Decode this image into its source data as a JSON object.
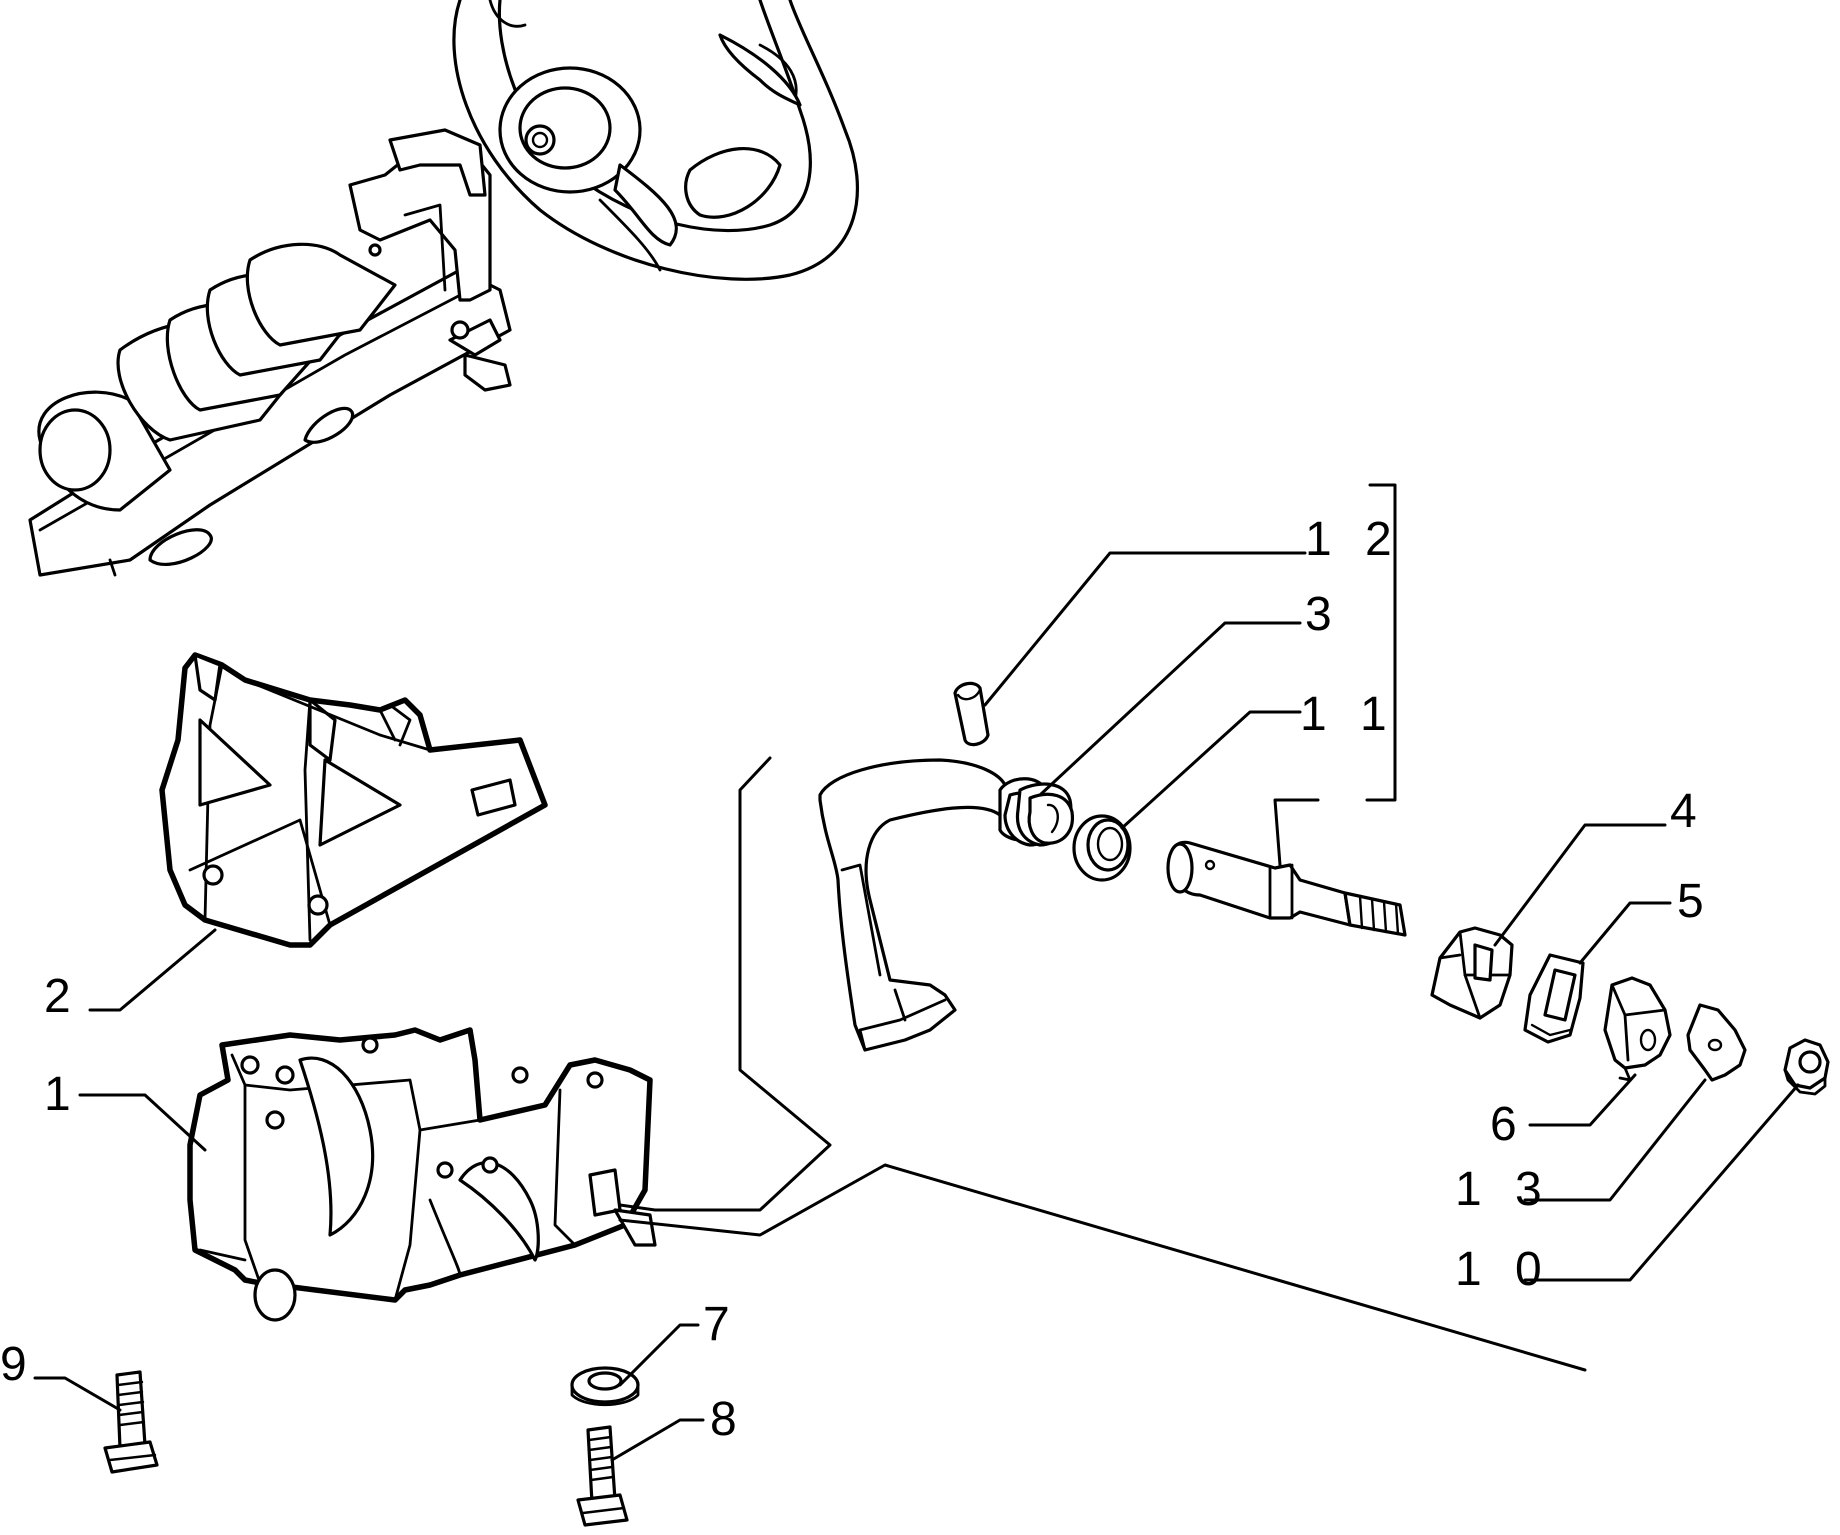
{
  "callouts": {
    "c1": "1",
    "c2": "2",
    "c3": "3",
    "c4": "4",
    "c5": "5",
    "c6": "6",
    "c7": "7",
    "c8": "8",
    "c9": "9",
    "c10": "1 0",
    "c11": "1 1",
    "c12": "1 2",
    "c13": "1 3"
  }
}
